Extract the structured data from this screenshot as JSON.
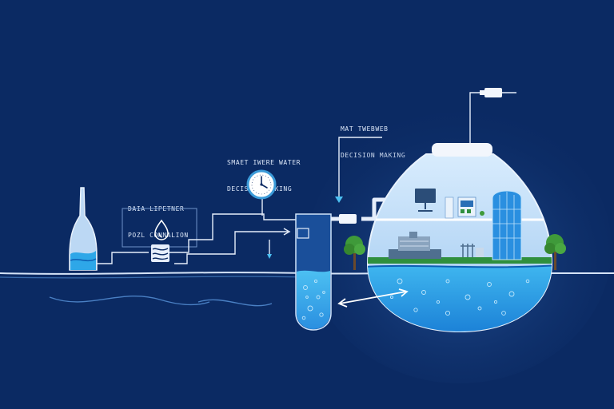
{
  "labels": {
    "left_line1": "DAIA LIPETNER",
    "left_line2": "POZL CONNALION",
    "middle_line1": "SMAET IWERE WATER",
    "middle_line2": "DECISION MAKING",
    "top_line1": "MAT TWEBWEB",
    "top_line2": "DECISION MAKING"
  },
  "colors": {
    "background": "#0b2a63",
    "line": "#e6eefb",
    "water": "#2ea7e8",
    "water_dark": "#1272c9",
    "glass": "#cfe6fb",
    "tree": "#3f9a3a",
    "trunk": "#6b4a2b"
  },
  "icons": [
    "bottle-icon",
    "water-drop-icon",
    "filter-block-icon",
    "gauge-clock-icon",
    "test-tube-icon",
    "sensor-probe-icon",
    "monitor-icon",
    "factory-icon",
    "building-icon",
    "tree-icon",
    "double-arrow-icon"
  ]
}
